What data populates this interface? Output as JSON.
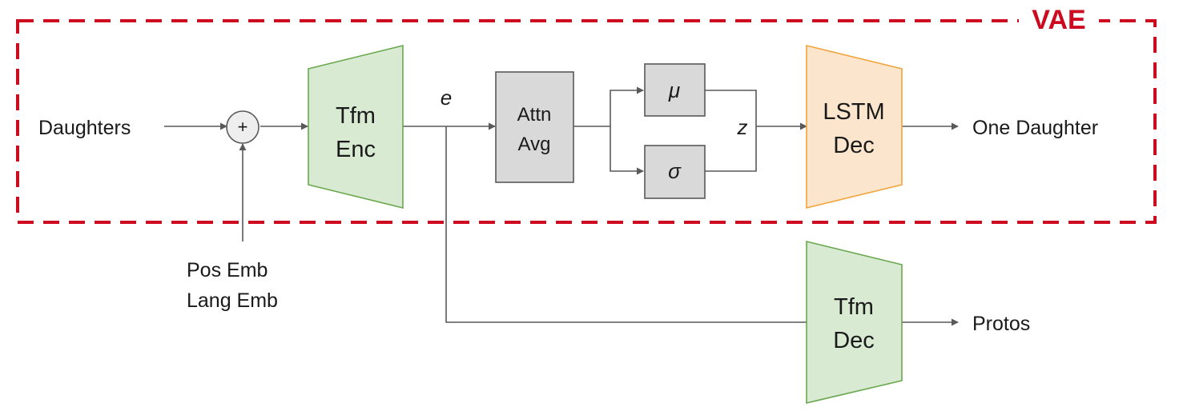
{
  "vae_group": {
    "title": "VAE",
    "border_color": "#cc0a20"
  },
  "inputs": {
    "daughters": "Daughters",
    "pos_emb": "Pos Emb",
    "lang_emb": "Lang Emb"
  },
  "add_node": {
    "symbol": "+"
  },
  "encoder": {
    "line1": "Tfm",
    "line2": "Enc",
    "fill": "#d9ead3",
    "stroke": "#6aa84f"
  },
  "edge_labels": {
    "e": "e",
    "z": "z"
  },
  "attn_avg": {
    "line1": "Attn",
    "line2": "Avg",
    "fill": "#d9d9d9",
    "stroke": "#595959"
  },
  "mu": {
    "symbol": "μ"
  },
  "sigma": {
    "symbol": "σ"
  },
  "lstm_decoder": {
    "line1": "LSTM",
    "line2": "Dec",
    "fill": "#fce5cd",
    "stroke": "#f1a43b"
  },
  "tfm_decoder": {
    "line1": "Tfm",
    "line2": "Dec",
    "fill": "#d9ead3",
    "stroke": "#6aa84f"
  },
  "outputs": {
    "one_daughter": "One Daughter",
    "protos": "Protos"
  }
}
